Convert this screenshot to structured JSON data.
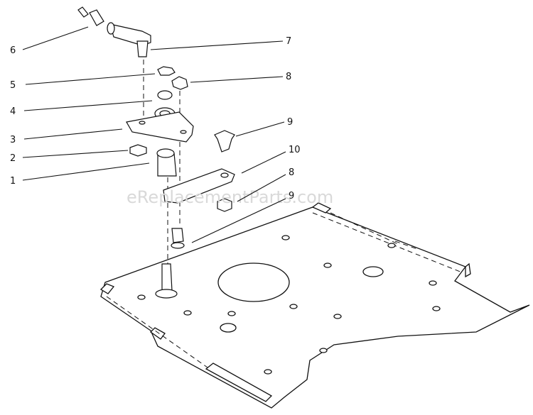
{
  "watermark": "eReplacementParts.com",
  "callouts": [
    {
      "id": "c6",
      "label": "6"
    },
    {
      "id": "c7",
      "label": "7"
    },
    {
      "id": "c5",
      "label": "5"
    },
    {
      "id": "c8a",
      "label": "8"
    },
    {
      "id": "c4",
      "label": "4"
    },
    {
      "id": "c3",
      "label": "3"
    },
    {
      "id": "c9a",
      "label": "9"
    },
    {
      "id": "c2",
      "label": "2"
    },
    {
      "id": "c10",
      "label": "10"
    },
    {
      "id": "c1",
      "label": "1"
    },
    {
      "id": "c8b",
      "label": "8"
    },
    {
      "id": "c9b",
      "label": "9"
    }
  ]
}
